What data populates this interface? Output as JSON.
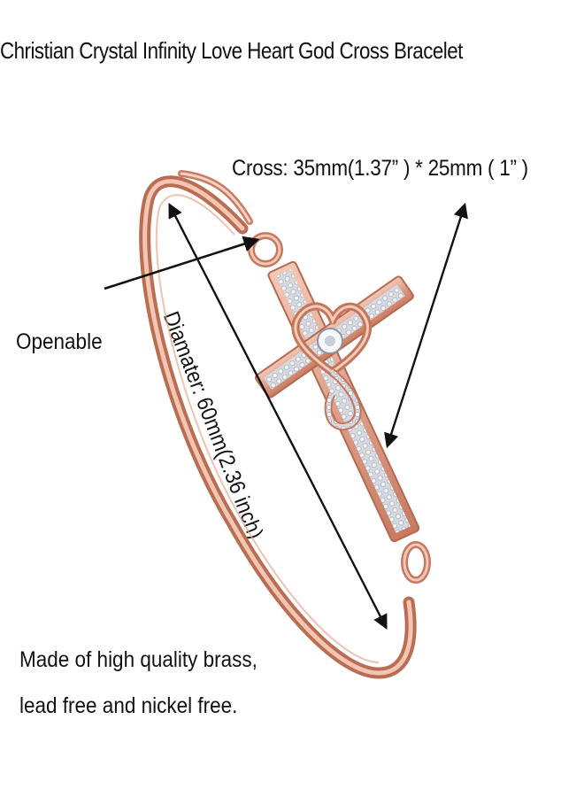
{
  "title": "Christian Crystal Infinity Love Heart God Cross Bracelet",
  "annotations": {
    "cross_size": "Cross: 35mm(1.37” ) * 25mm ( 1” )",
    "openable": "Openable",
    "diameter": "Diamater: 60mm(2.36 inch)",
    "material_line1": "Made of high quality brass,",
    "material_line2": "lead free and nickel free."
  },
  "colors": {
    "metal": "#e6a28a",
    "metal_dark": "#b86a50",
    "metal_light": "#f8d8c8",
    "crystal": "#d9dce3",
    "arrow": "#111111"
  },
  "icons": {
    "product": "cross-bracelet-icon"
  }
}
